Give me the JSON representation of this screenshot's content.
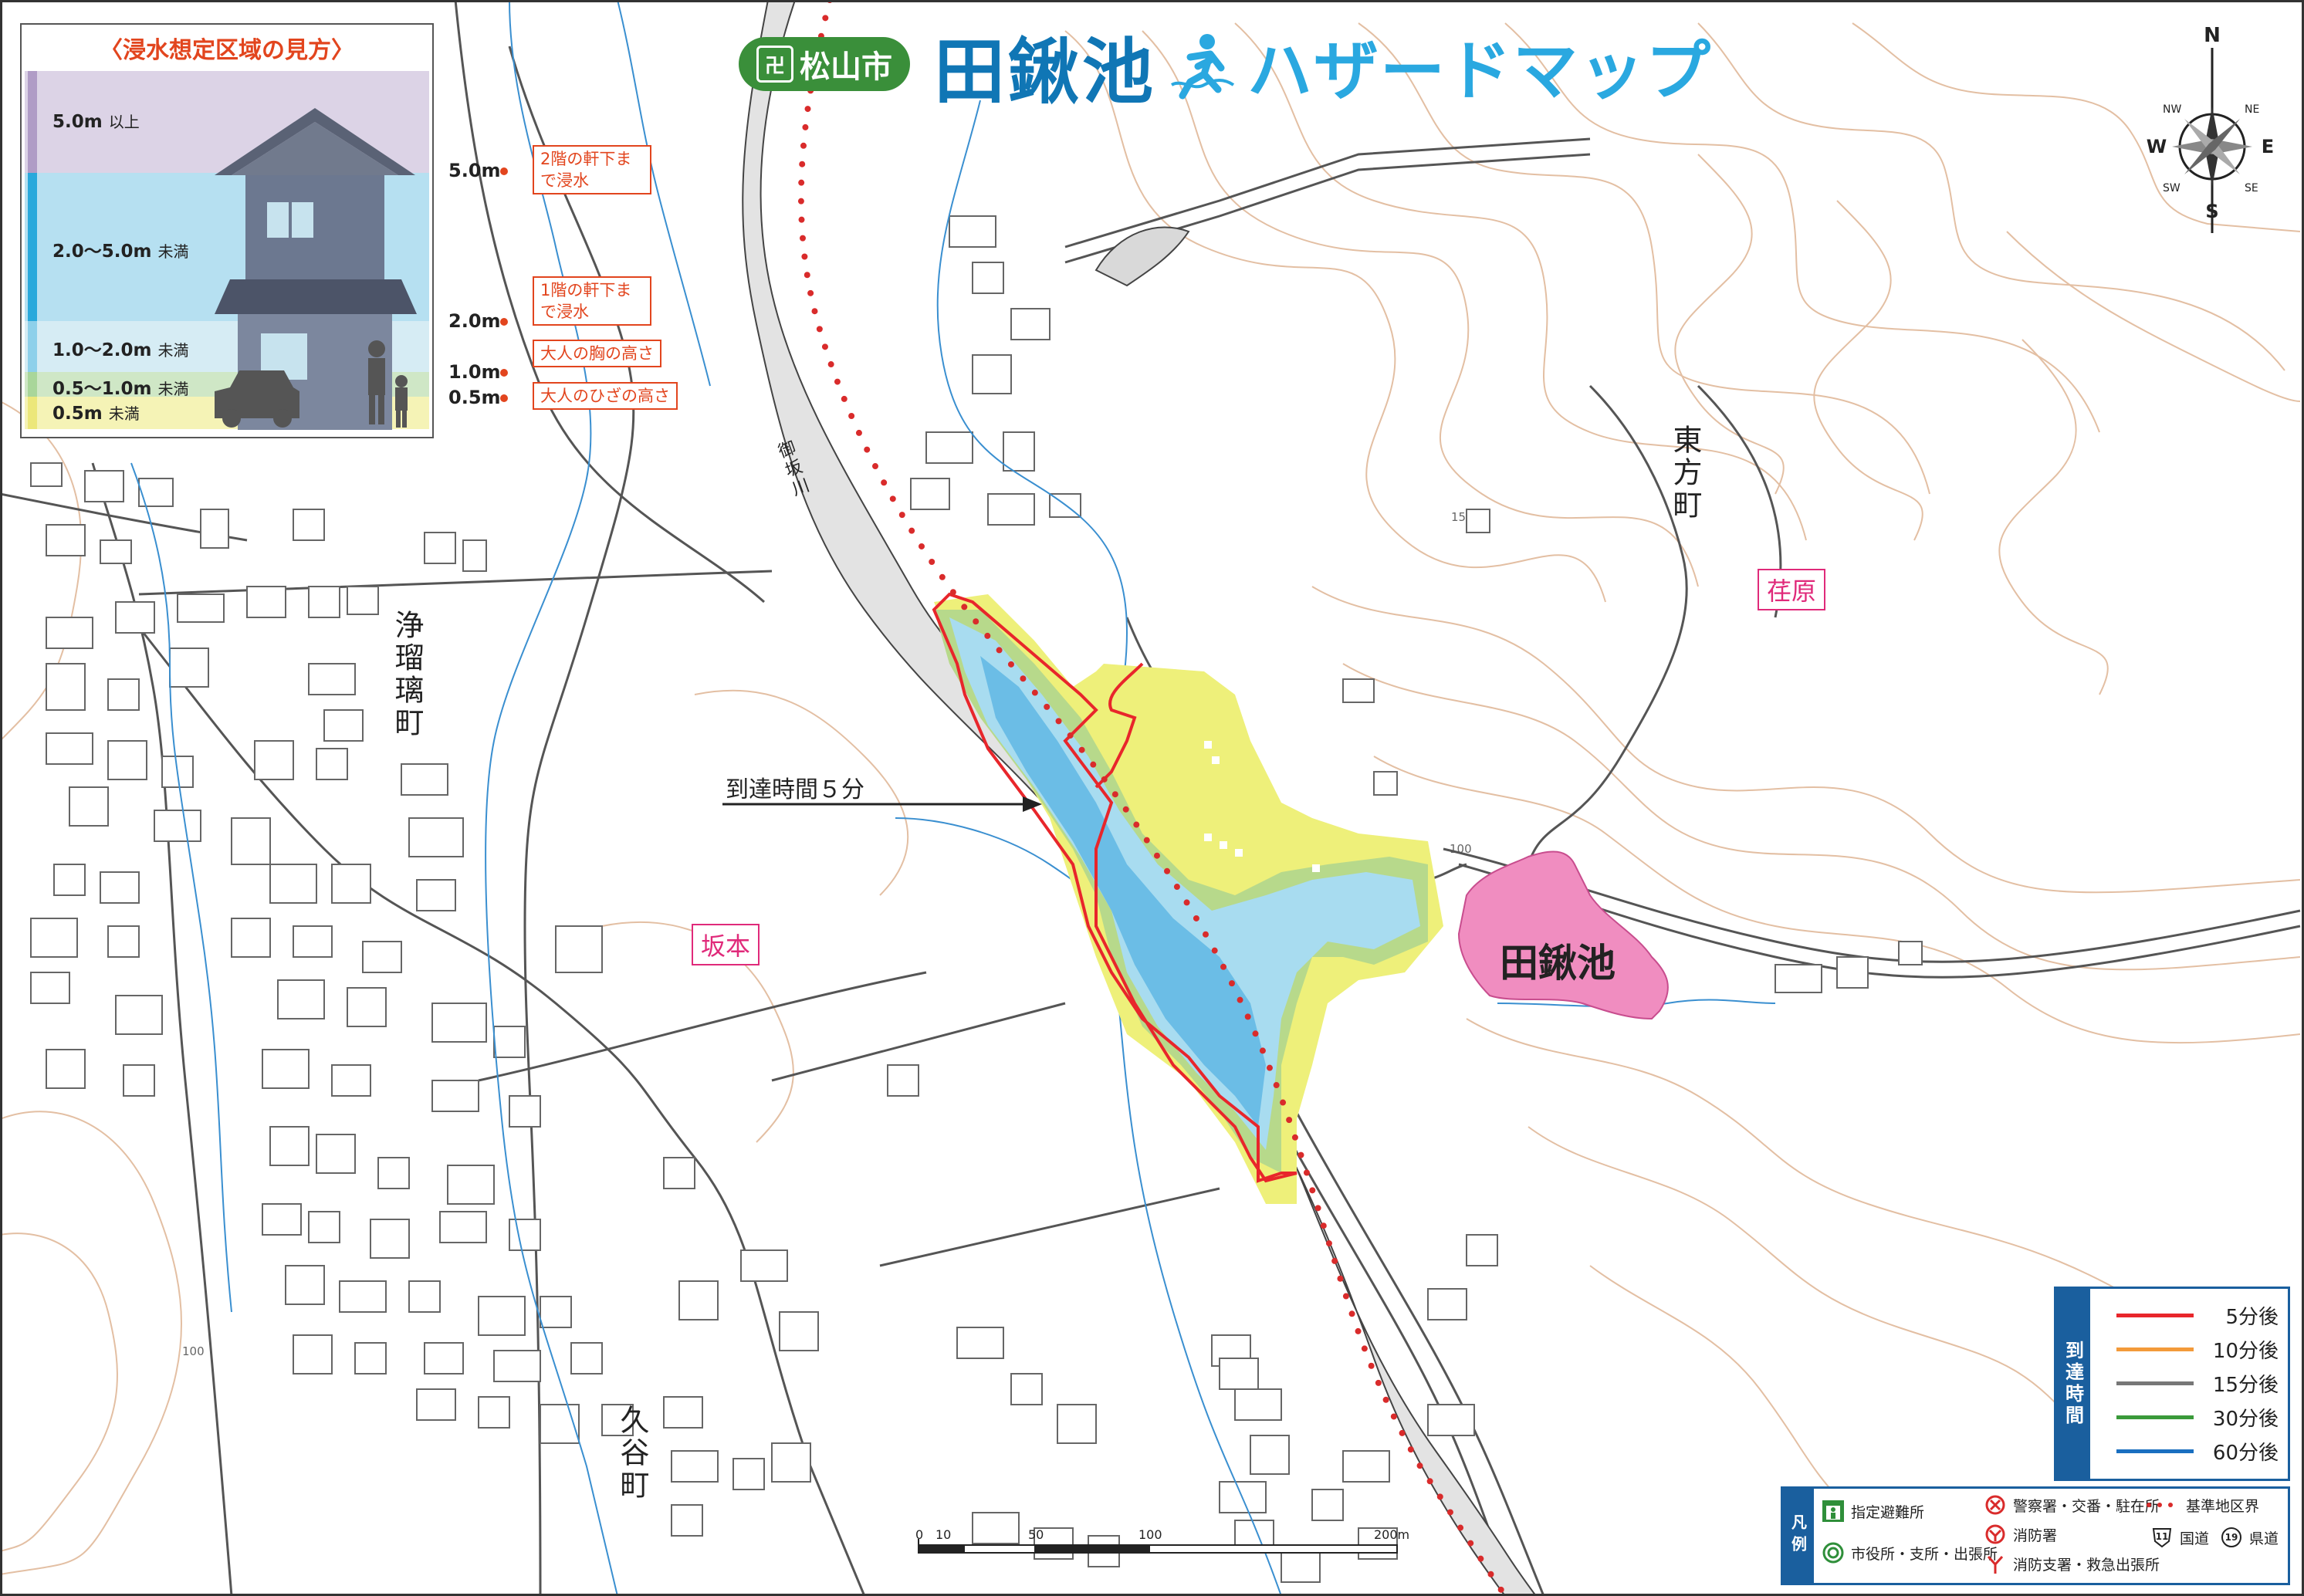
{
  "title": {
    "city_badge": "松山市",
    "city_seal": "卍",
    "main": "田鍬池",
    "sub": "ハザードマップ"
  },
  "depth_panel": {
    "heading": "〈浸水想定区域の見方〉",
    "bands": [
      {
        "label": "5.0m",
        "suffix": "以上",
        "color": "#dcd3e6",
        "mark": "#b09cc6"
      },
      {
        "label": "2.0～5.0m",
        "suffix": "未満",
        "color": "#b6e0f1",
        "mark": "#29a9dc"
      },
      {
        "label": "1.0～2.0m",
        "suffix": "未満",
        "color": "#d6ecf4",
        "mark": "#8ed0ea"
      },
      {
        "label": "0.5～1.0m",
        "suffix": "未満",
        "color": "#cfe7c6",
        "mark": "#a9d69a"
      },
      {
        "label": "0.5m",
        "suffix": "未満",
        "color": "#f5f3b6",
        "mark": "#ece77a"
      }
    ],
    "levels": [
      "5.0m",
      "2.0m",
      "1.0m",
      "0.5m"
    ],
    "notes": [
      "2階の軒下まで浸水",
      "1階の軒下まで浸水",
      "大人の胸の高さ",
      "大人のひざの高さ"
    ]
  },
  "map_labels": {
    "river": "御坂川",
    "towns": [
      "浄瑠璃町",
      "東方町",
      "久谷町"
    ],
    "districts": [
      "坂本",
      "荏原"
    ],
    "pond": "田鍬池",
    "arrival_note": "到達時間５分",
    "contours": [
      "150",
      "100",
      "100"
    ]
  },
  "compass": {
    "n": "N",
    "s": "S",
    "e": "E",
    "w": "W",
    "ne": "NE",
    "nw": "NW",
    "se": "SE",
    "sw": "SW"
  },
  "scale_bar": {
    "ticks": [
      "0",
      "10",
      "50",
      "100",
      "200m"
    ]
  },
  "time_legend": {
    "heading": "到達時間",
    "rows": [
      {
        "label": "5分後",
        "color": "#e8262b"
      },
      {
        "label": "10分後",
        "color": "#f39a3a"
      },
      {
        "label": "15分後",
        "color": "#777777"
      },
      {
        "label": "30分後",
        "color": "#3a9a3a"
      },
      {
        "label": "60分後",
        "color": "#1a6fc0"
      }
    ]
  },
  "symbol_legend": {
    "heading": "凡例",
    "items": [
      "指定避難所",
      "市役所・支所・出張所",
      "警察署・交番・駐在所",
      "消防署",
      "消防支署・救急出張所",
      "基準地区界",
      "国道",
      "県道"
    ],
    "route_numbers": [
      "11",
      "19"
    ]
  },
  "colors": {
    "flood_yellow": "#eef07a",
    "flood_green": "#b7d98b",
    "flood_lightblue": "#a8dcf0",
    "flood_blue": "#6bbde6",
    "pond_pink": "#f08dc0",
    "contour": "#e0b89a",
    "road": "#555555",
    "stream": "#3a8fd0",
    "boundary_red": "#d92b2b"
  }
}
